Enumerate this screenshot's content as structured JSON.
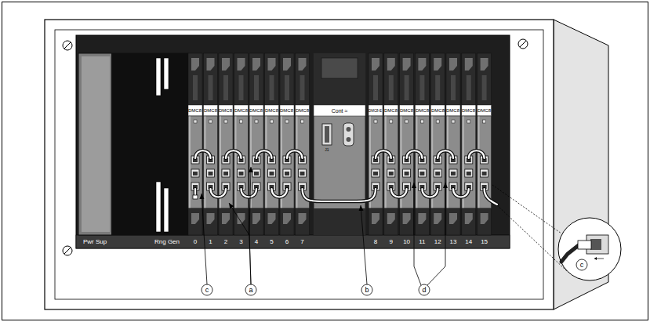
{
  "diagram": {
    "labels": [
      "Pwr Sup",
      "Rng Gen",
      "0",
      "1",
      "2",
      "3",
      "4",
      "5",
      "6",
      "7",
      "8",
      "9",
      "10",
      "11",
      "12",
      "13",
      "14",
      "15",
      "DMC8",
      "DMC8",
      "DMC8",
      "DMC8",
      "DMC8",
      "DMC8",
      "DMC8",
      "DMC8",
      "Cont ≈",
      "J1",
      "DMC8-E",
      "DMC8",
      "DMC8",
      "DMC8",
      "DMC8",
      "DMC8",
      "DMC8",
      "DMC8",
      "c",
      "a",
      "b",
      "d",
      "c"
    ]
  }
}
